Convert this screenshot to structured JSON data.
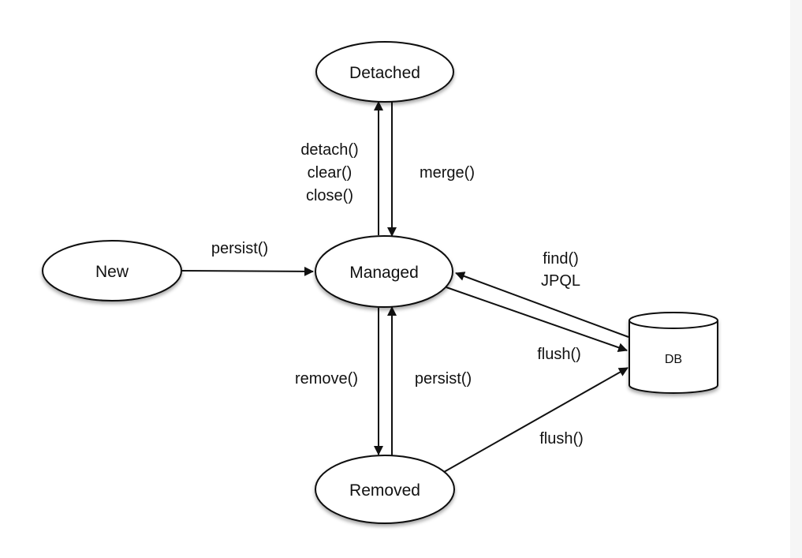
{
  "nodes": {
    "detached": "Detached",
    "new": "New",
    "managed": "Managed",
    "removed": "Removed",
    "db": "DB"
  },
  "edges": {
    "new_to_managed": "persist()",
    "managed_to_detached": [
      "detach()",
      "clear()",
      "close()"
    ],
    "detached_to_managed": "merge()",
    "db_to_managed": [
      "find()",
      "JPQL"
    ],
    "managed_to_db": "flush()",
    "managed_to_removed": "remove()",
    "removed_to_managed": "persist()",
    "removed_to_db": "flush()"
  }
}
